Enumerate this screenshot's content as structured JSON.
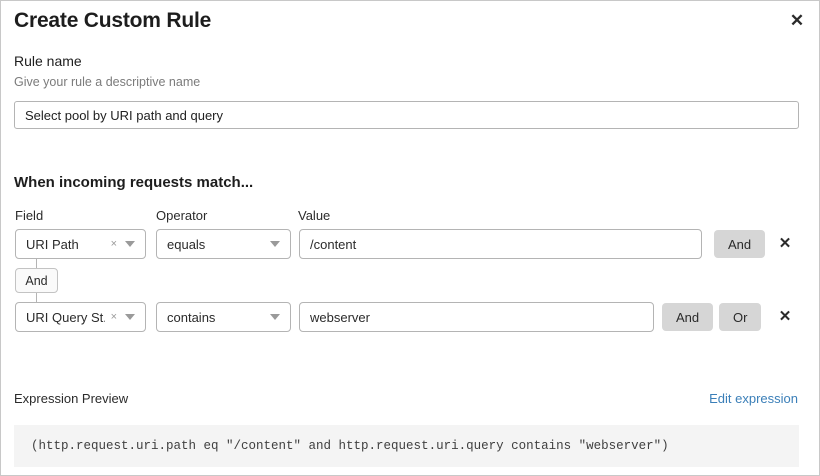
{
  "dialog": {
    "title": "Create Custom Rule",
    "close_icon": "close-icon",
    "close_label": "✕"
  },
  "rule_name": {
    "label": "Rule name",
    "help": "Give your rule a descriptive name",
    "value": "Select pool by URI path and query",
    "placeholder": "Select pool by URI path and query"
  },
  "match_section": {
    "heading": "When incoming requests match...",
    "columns": {
      "field": "Field",
      "operator": "Operator",
      "value": "Value"
    },
    "connector": {
      "label": "And"
    },
    "rows": [
      {
        "field": "URI Path",
        "field_clear_icon": "clear-icon",
        "field_clear_label": "×",
        "operator": "equals",
        "value": "/content",
        "value_placeholder": "/content",
        "buttons": [
          "And"
        ],
        "delete_label": "✕",
        "delete_icon": "delete-row-icon"
      },
      {
        "field": "URI Query St...",
        "field_clear_icon": "clear-icon",
        "field_clear_label": "×",
        "operator": "contains",
        "value": "webserver",
        "value_placeholder": "webserver",
        "buttons": [
          "And",
          "Or"
        ],
        "delete_label": "✕",
        "delete_icon": "delete-row-icon"
      }
    ]
  },
  "expression": {
    "label": "Expression Preview",
    "edit_link": "Edit expression",
    "code": "(http.request.uri.path eq \"/content\" and http.request.uri.query contains \"webserver\")"
  },
  "colors": {
    "accent_link": "#3b7fb8",
    "button_gray": "#d6d6d6",
    "border": "#b4b4b4",
    "preview_bg": "#f4f4f4",
    "text": "#1d1d1d",
    "muted_text": "#7b7b7b"
  }
}
